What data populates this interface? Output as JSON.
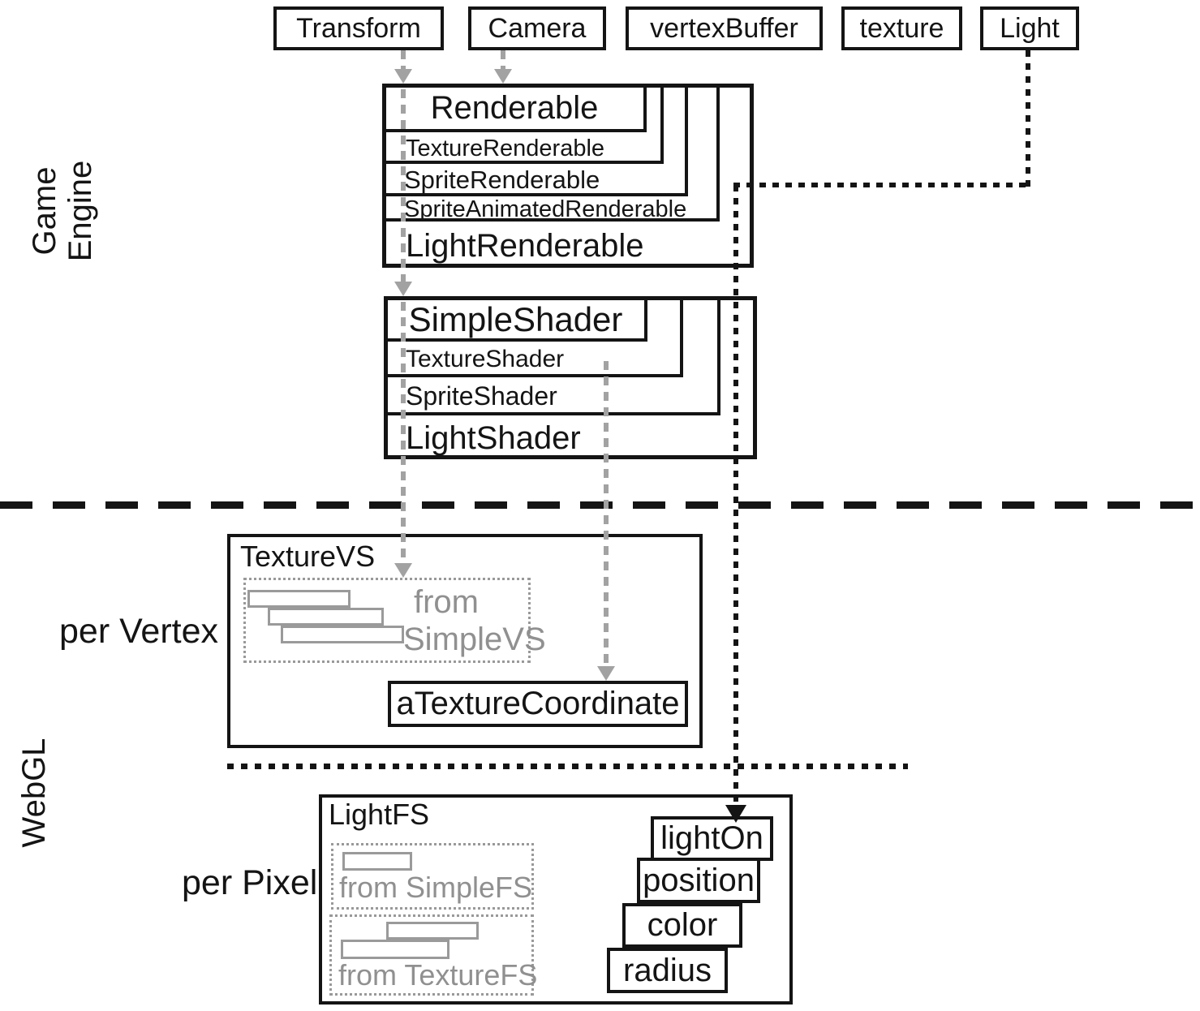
{
  "diagram": {
    "section_labels": {
      "top": "Game Engine",
      "bottom": "WebGL"
    },
    "stage_labels": {
      "vertex": "per Vertex",
      "pixel": "per Pixel"
    },
    "top_row": [
      "Transform",
      "Camera",
      "vertexBuffer",
      "texture",
      "Light"
    ],
    "renderable_stack": [
      "Renderable",
      "TextureRenderable",
      "SpriteRenderable",
      "SpriteAnimatedRenderable",
      "LightRenderable"
    ],
    "shader_stack": [
      "SimpleShader",
      "TextureShader",
      "SpriteShader",
      "LightShader"
    ],
    "texture_vs": {
      "title": "TextureVS",
      "inherited_line1": "from",
      "inherited_line2": "SimpleVS",
      "attribute": "aTextureCoordinate"
    },
    "light_fs": {
      "title": "LightFS",
      "inherited_simple": "from SimpleFS",
      "inherited_texture": "from TextureFS",
      "uniforms": [
        "lightOn",
        "position",
        "color",
        "radius"
      ]
    },
    "colors": {
      "ink": "#141414",
      "gray": "#9c9c9c"
    }
  }
}
